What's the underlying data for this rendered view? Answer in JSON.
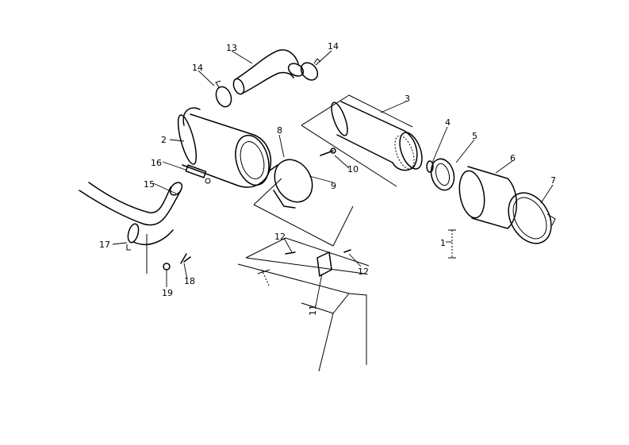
{
  "callouts": [
    {
      "id": "1",
      "label": "1"
    },
    {
      "id": "2",
      "label": "2"
    },
    {
      "id": "3",
      "label": "3"
    },
    {
      "id": "4",
      "label": "4"
    },
    {
      "id": "5",
      "label": "5"
    },
    {
      "id": "6",
      "label": "6"
    },
    {
      "id": "7",
      "label": "7"
    },
    {
      "id": "8",
      "label": "8"
    },
    {
      "id": "9",
      "label": "9"
    },
    {
      "id": "10",
      "label": "10"
    },
    {
      "id": "11",
      "label": "11"
    },
    {
      "id": "12a",
      "label": "12"
    },
    {
      "id": "12b",
      "label": "12"
    },
    {
      "id": "13",
      "label": "13"
    },
    {
      "id": "14a",
      "label": "14"
    },
    {
      "id": "14b",
      "label": "14"
    },
    {
      "id": "15",
      "label": "15"
    },
    {
      "id": "16",
      "label": "16"
    },
    {
      "id": "17",
      "label": "17"
    },
    {
      "id": "18",
      "label": "18"
    },
    {
      "id": "19",
      "label": "19"
    }
  ]
}
